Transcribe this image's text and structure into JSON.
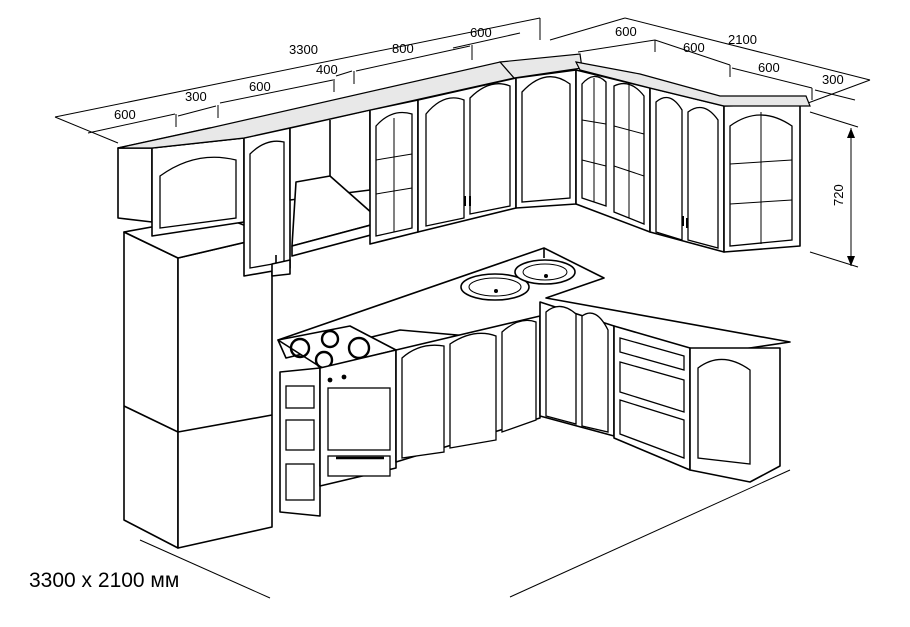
{
  "caption": "3300 x 2100 мм",
  "dimensions": {
    "top_left_600": "600",
    "top_left_300": "300",
    "top_left_600b": "600",
    "top_left_400": "400",
    "top_left_800": "800",
    "top_left_600c": "600",
    "total_3300": "3300",
    "right_600a": "600",
    "right_600b": "600",
    "right_600c": "600",
    "right_300": "300",
    "total_2100": "2100",
    "height_720": "720"
  }
}
